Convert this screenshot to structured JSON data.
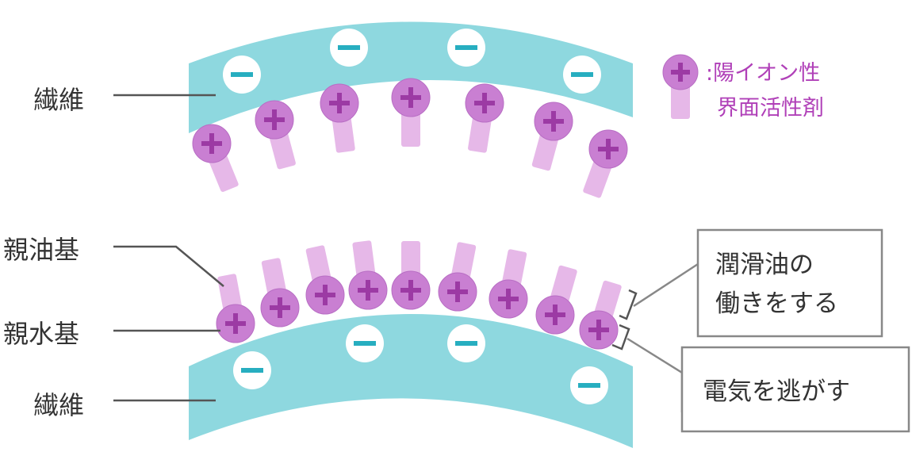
{
  "labels": {
    "fiber_top": "繊維",
    "fiber_bottom": "繊維",
    "lipophilic": "親油基",
    "hydrophilic": "親水基"
  },
  "legend": {
    "line1": ":陽イオン性",
    "line2": "界面活性剤"
  },
  "callouts": {
    "lubricate_line1": "潤滑油の",
    "lubricate_line2": "働きをする",
    "static": "電気を逃がす"
  },
  "colors": {
    "fiber": "#8ed8df",
    "negative_sign": "#27aec0",
    "head": "#c97fd2",
    "head_edge": "#b86ec4",
    "plus": "#9c3aa4",
    "tail": "#e6b8e8",
    "label_text": "#333333",
    "legend_text": "#b040b8",
    "callout_border": "#888888",
    "leader": "#555555"
  }
}
